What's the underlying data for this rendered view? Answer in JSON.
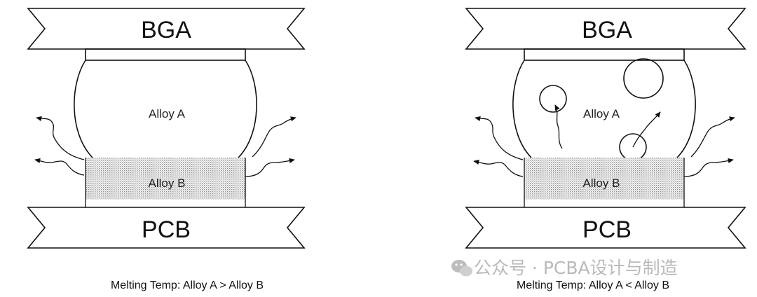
{
  "panels": [
    {
      "top_band": "BGA",
      "bottom_band": "PCB",
      "upper_alloy": "Alloy A",
      "lower_alloy": "Alloy B",
      "caption": "Melting Temp:  Alloy A > Alloy B"
    },
    {
      "top_band": "BGA",
      "bottom_band": "PCB",
      "upper_alloy": "Alloy A",
      "lower_alloy": "Alloy B",
      "caption": "Melting Temp:  Alloy A < Alloy B"
    }
  ],
  "watermark": {
    "text": "公众号 · PCBA设计与制造",
    "icon": "wechat-icon"
  },
  "colors": {
    "line": "#111111",
    "dither": "#9a9a9a",
    "watermark": "#b9b9b9"
  }
}
